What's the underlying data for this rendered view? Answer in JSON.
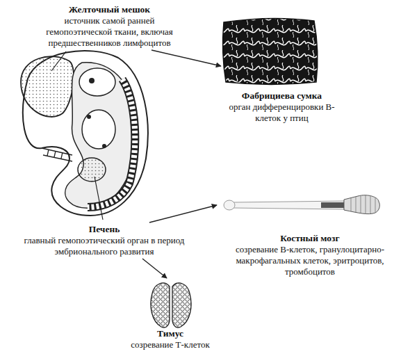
{
  "diagram": {
    "nodes": [
      {
        "text": [
          "Желточный мешок",
          "источник самой ранней гемопоэтической ткани, включая предшественников лимфоцитов"
        ]
      },
      {
        "text": [
          "Фабрициева сумка",
          "орган дифференцировки В-клеток у птиц"
        ]
      },
      {
        "text": [
          "Печень",
          "главный гемопоэтический орган в период эмбрионального развития"
        ]
      },
      {
        "text": [
          "Костный мозг",
          "созревание В-клеток, гранулоцитарно-макрофагальных клеток, эритроцитов, тромбоцитов"
        ]
      },
      {
        "text": [
          "Тимус",
          "созревание Т-клеток"
        ]
      }
    ],
    "edges": [
      {
        "from": 0,
        "to": 1,
        "arrow": "to"
      },
      {
        "from": 2,
        "to": 3,
        "arrow": "to"
      },
      {
        "from": 2,
        "to": 4,
        "arrow": "to"
      }
    ]
  }
}
